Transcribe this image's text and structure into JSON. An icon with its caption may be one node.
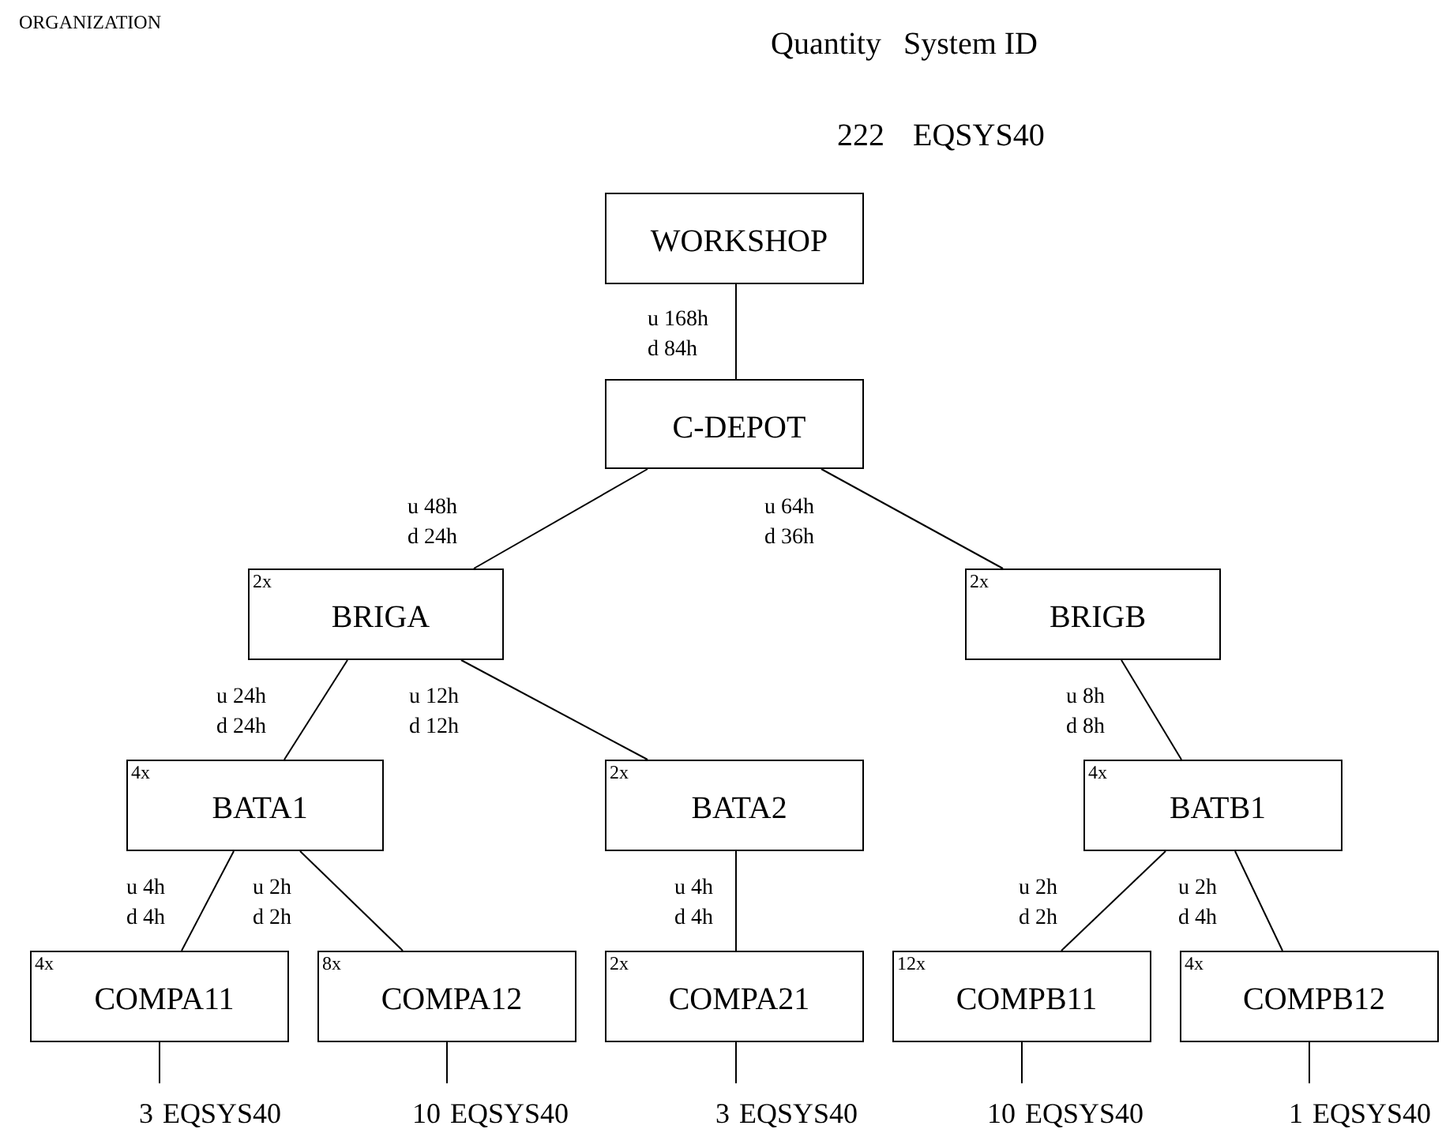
{
  "diagram": {
    "nodes": [
      {
        "text": [
          "WORKSHOP"
        ]
      },
      {
        "text": [
          "C-DEPOT"
        ]
      },
      {
        "text": [
          "2x",
          "BRIGA"
        ]
      },
      {
        "text": [
          "2x",
          "BRIGB"
        ]
      },
      {
        "text": [
          "4x",
          "BATA1"
        ]
      },
      {
        "text": [
          "2x",
          "BATA2"
        ]
      },
      {
        "text": [
          "4x",
          "BATB1"
        ]
      },
      {
        "text": [
          "4x",
          "COMPA11"
        ]
      },
      {
        "text": [
          "8x",
          "COMPA12"
        ]
      },
      {
        "text": [
          "2x",
          "COMPA21"
        ]
      },
      {
        "text": [
          "12x",
          "COMPB11"
        ]
      },
      {
        "text": [
          "4x",
          "COMPB12"
        ]
      },
      {
        "text": [
          "3",
          "EQSYS40"
        ]
      },
      {
        "text": [
          "10",
          "EQSYS40"
        ]
      },
      {
        "text": [
          "3",
          "EQSYS40"
        ]
      },
      {
        "text": [
          "10",
          "EQSYS40"
        ]
      },
      {
        "text": [
          "1",
          "EQSYS40"
        ]
      }
    ],
    "edges": [
      {
        "from": 0,
        "to": 1,
        "arrow": "none",
        "label": "u 168h d 84h"
      },
      {
        "from": 1,
        "to": 2,
        "arrow": "none",
        "label": "u 48h d 24h"
      },
      {
        "from": 1,
        "to": 3,
        "arrow": "none",
        "label": "u 64h d 36h"
      },
      {
        "from": 2,
        "to": 4,
        "arrow": "none",
        "label": "u 24h d 24h"
      },
      {
        "from": 2,
        "to": 5,
        "arrow": "none",
        "label": "u 12h d 12h"
      },
      {
        "from": 3,
        "to": 6,
        "arrow": "none",
        "label": "u 8h d 8h"
      },
      {
        "from": 4,
        "to": 7,
        "arrow": "none",
        "label": "u 4h d 4h"
      },
      {
        "from": 4,
        "to": 8,
        "arrow": "none",
        "label": "u 2h d 2h"
      },
      {
        "from": 5,
        "to": 9,
        "arrow": "none",
        "label": "u 4h d 4h"
      },
      {
        "from": 6,
        "to": 10,
        "arrow": "none",
        "label": "u 2h d 2h"
      },
      {
        "from": 6,
        "to": 11,
        "arrow": "none",
        "label": "u 2h d 4h"
      },
      {
        "from": 7,
        "to": 12,
        "arrow": "none"
      },
      {
        "from": 8,
        "to": 13,
        "arrow": "none"
      },
      {
        "from": 9,
        "to": 14,
        "arrow": "none"
      },
      {
        "from": 10,
        "to": 15,
        "arrow": "none"
      },
      {
        "from": 11,
        "to": 16,
        "arrow": "none"
      }
    ],
    "labels": [
      "ORGANIZATION",
      "Quantity",
      "System ID",
      "222",
      "EQSYS40"
    ]
  }
}
